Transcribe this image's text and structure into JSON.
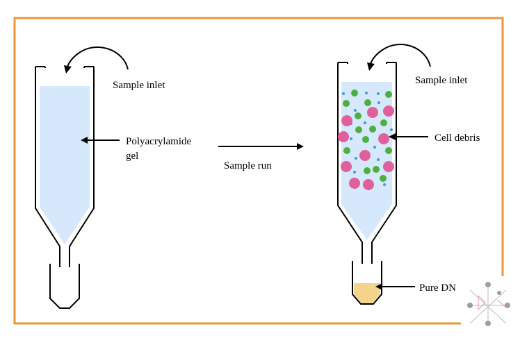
{
  "labels": {
    "left_inlet": "Sample inlet",
    "right_inlet": "Sample inlet",
    "gel_line1": "Polyacrylamide",
    "gel_line2": "gel",
    "sample_run": "Sample run",
    "cell_debris": "Cell debris",
    "pure_dna": "Pure DN"
  },
  "colors": {
    "frame": "#E8973A",
    "gel": "#D6E8FB",
    "outline": "#000000",
    "green_particle": "#4CAF3F",
    "pink_particle": "#E0609C",
    "blue_particle": "#3A9BE0",
    "dna_fill": "#F4D48A"
  },
  "icons": [
    "curved-arrow-icon",
    "straight-arrow-icon",
    "watermark-logo-icon"
  ]
}
